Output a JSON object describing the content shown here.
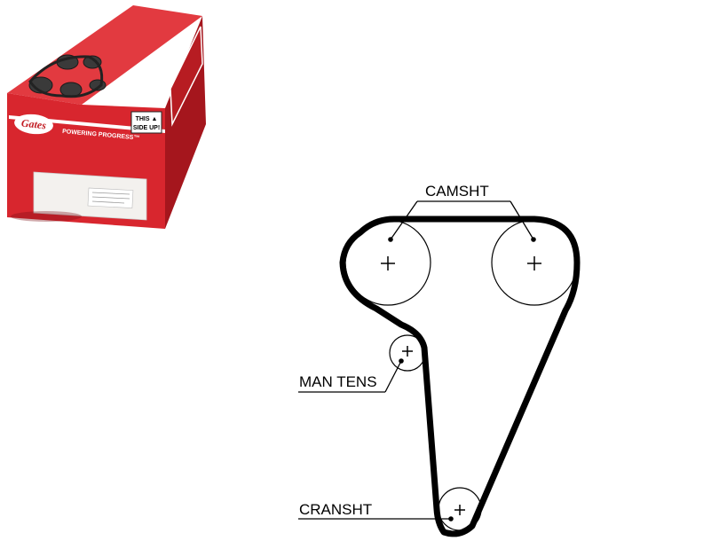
{
  "box": {
    "brand": "Gates",
    "slogan": "POWERING PROGRESS™",
    "side_up_line1": "THIS ▲",
    "side_up_line2": "SIDE UP!",
    "colors": {
      "red": "#d8262e",
      "dark_red": "#a5161d",
      "top_red": "#e54046",
      "panel": "#f3f1ee"
    }
  },
  "diagram": {
    "labels": {
      "camshaft": "CAMSHT",
      "tensioner": "MAN TENS",
      "crankshaft": "CRANSHT"
    },
    "belt_color": "#000000"
  }
}
